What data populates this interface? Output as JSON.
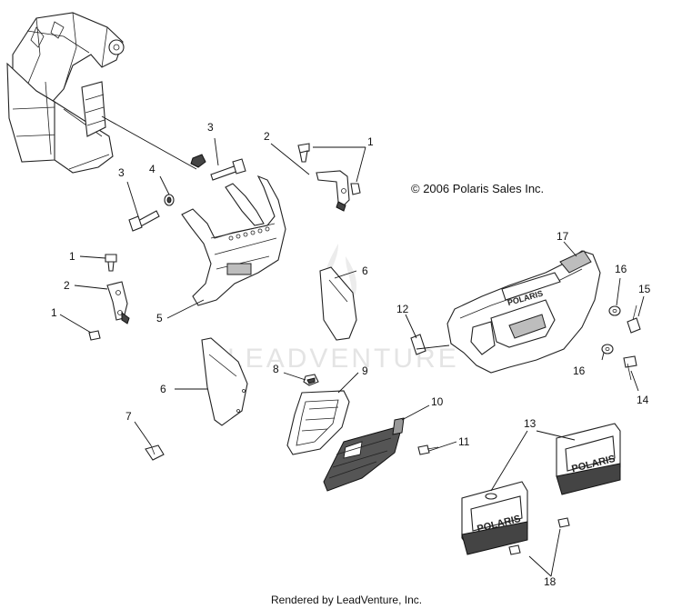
{
  "copyright": "© 2006 Polaris Sales Inc.",
  "footer": "Rendered by LeadVenture, Inc.",
  "watermark": "LEADVENTURE",
  "brand_text": "POLARIS",
  "callouts": {
    "c1a": "1",
    "c1b": "1",
    "c1c": "1",
    "c2a": "2",
    "c2b": "2",
    "c3a": "3",
    "c3b": "3",
    "c4": "4",
    "c5": "5",
    "c6a": "6",
    "c6b": "6",
    "c7": "7",
    "c8": "8",
    "c9": "9",
    "c10": "10",
    "c11": "11",
    "c12": "12",
    "c13": "13",
    "c14": "14",
    "c15": "15",
    "c16a": "16",
    "c16b": "16",
    "c17": "17",
    "c18": "18"
  }
}
